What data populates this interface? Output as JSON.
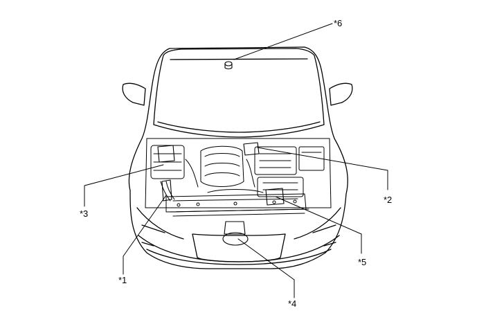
{
  "callouts": [
    {
      "id": "1",
      "label": "*1"
    },
    {
      "id": "2",
      "label": "*2"
    },
    {
      "id": "3",
      "label": "*3"
    },
    {
      "id": "4",
      "label": "*4"
    },
    {
      "id": "5",
      "label": "*5"
    },
    {
      "id": "6",
      "label": "*6"
    }
  ]
}
